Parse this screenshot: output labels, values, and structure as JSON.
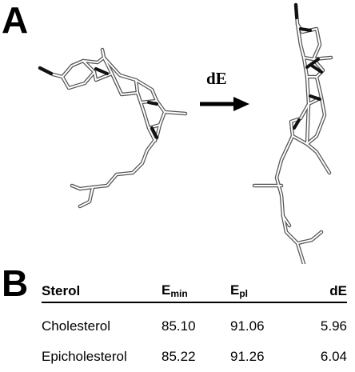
{
  "panels": {
    "a": "A",
    "b": "B"
  },
  "arrow_label": "dE",
  "table": {
    "headers": {
      "sterol": "Sterol",
      "emin": "E",
      "emin_sub": "min",
      "epl": "E",
      "epl_sub": "pl",
      "de": "dE"
    },
    "rows": [
      {
        "sterol": "Cholesterol",
        "emin": "85.10",
        "epl": "91.06",
        "de": "5.96"
      },
      {
        "sterol": "Epicholesterol",
        "emin": "85.22",
        "epl": "91.26",
        "de": "6.04"
      }
    ]
  }
}
